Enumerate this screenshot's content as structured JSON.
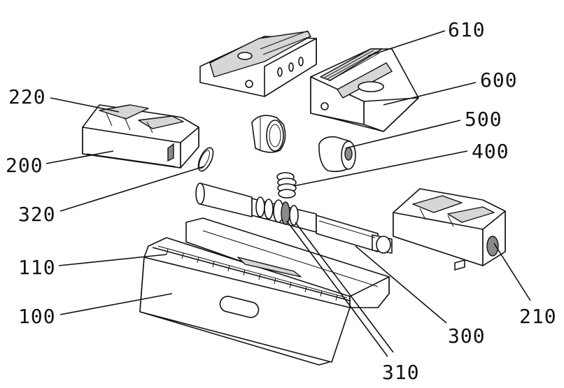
{
  "callouts": [
    {
      "id": "c610",
      "text": "610"
    },
    {
      "id": "c600",
      "text": "600"
    },
    {
      "id": "c500",
      "text": "500"
    },
    {
      "id": "c400",
      "text": "400"
    },
    {
      "id": "c220",
      "text": "220"
    },
    {
      "id": "c200",
      "text": "200"
    },
    {
      "id": "c320",
      "text": "320"
    },
    {
      "id": "c110",
      "text": "110"
    },
    {
      "id": "c100",
      "text": "100"
    },
    {
      "id": "c300",
      "text": "300"
    },
    {
      "id": "c210",
      "text": "210"
    },
    {
      "id": "c310",
      "text": "310"
    }
  ]
}
